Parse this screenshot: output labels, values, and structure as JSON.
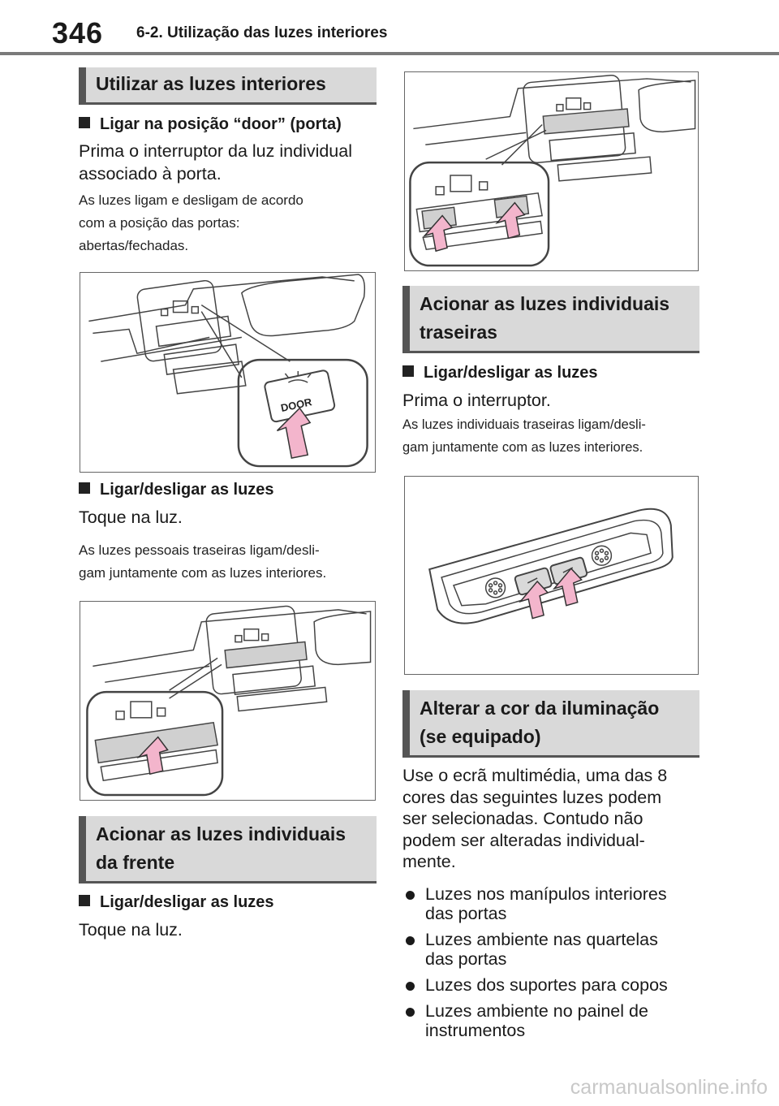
{
  "header": {
    "page_number": "346",
    "title": "6-2. Utilização das luzes interiores"
  },
  "left": {
    "section1": "Utilizar as luzes interiores",
    "sub1": "Ligar na posição “door” (porta)",
    "body1_line1": "Prima o interruptor da luz individual",
    "body1_line2": "associado à porta.",
    "note1_line1": "As luzes ligam e desligam de acordo",
    "note1_line2": "com a posição das portas:",
    "note1_line3": "abertas/fechadas.",
    "fig1_label": "DOOR",
    "sub2": "Ligar/desligar as luzes",
    "body2": "Toque na luz.",
    "note2_line1": "As luzes pessoais traseiras ligam/desli-",
    "note2_line2": "gam juntamente com as luzes interiores.",
    "section2_line1": "Acionar as luzes individuais",
    "section2_line2": "da frente",
    "sub3": "Ligar/desligar as luzes",
    "body3": "Toque na luz."
  },
  "right": {
    "section3_line1": "Acionar as luzes individuais",
    "section3_line2": "traseiras",
    "sub4": "Ligar/desligar as luzes",
    "body4": "Prima o interruptor.",
    "note4_line1": "As luzes individuais traseiras ligam/desli-",
    "note4_line2": "gam juntamente com as luzes interiores.",
    "section4_line1": "Alterar a cor da iluminação",
    "section4_line2": "(se equipado)",
    "body5": [
      "Use o ecrã multimédia, uma das 8",
      "cores das seguintes luzes podem",
      "ser selecionadas. Contudo não",
      "podem ser alteradas individual-",
      "mente."
    ],
    "bullets": [
      {
        "l1": "Luzes nos manípulos interiores",
        "l2": "das portas"
      },
      {
        "l1": "Luzes ambiente nas quartelas",
        "l2": "das portas"
      },
      {
        "l1": "Luzes dos suportes para copos",
        "l2": ""
      },
      {
        "l1": "Luzes ambiente no painel de",
        "l2": "instrumentos"
      }
    ]
  },
  "footer": {
    "watermark": "carmanualsonline.info"
  },
  "colors": {
    "arrow_fill": "#f3b5cc",
    "section_bg": "#d9d9d9",
    "section_bar": "#555555"
  }
}
